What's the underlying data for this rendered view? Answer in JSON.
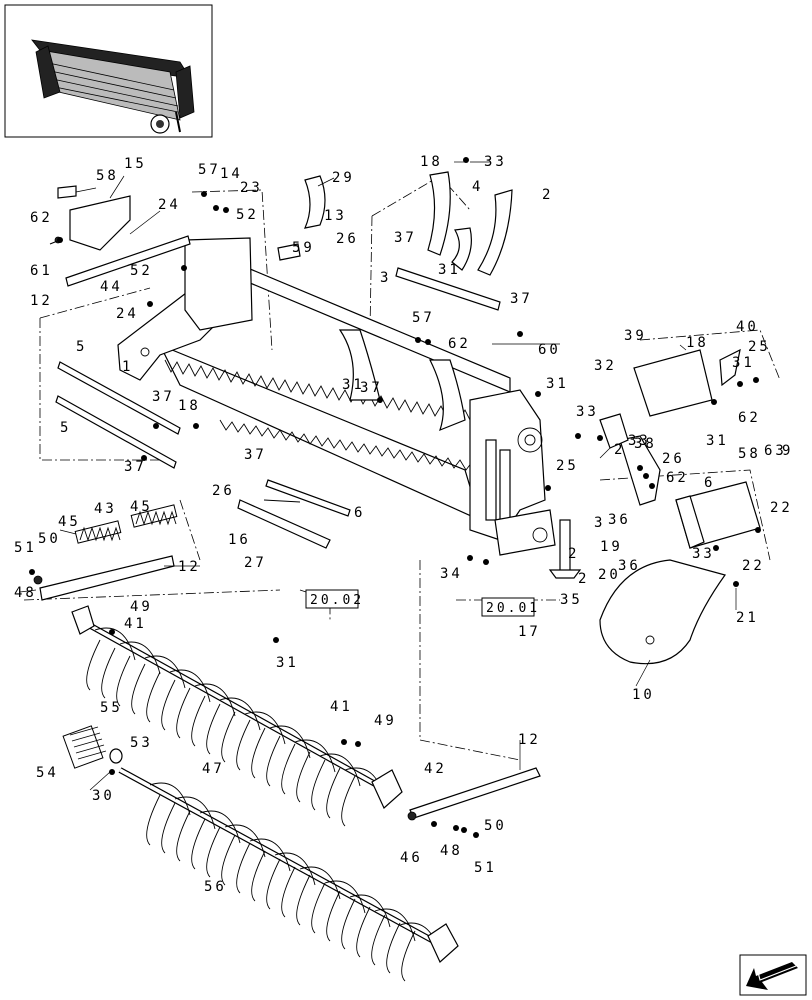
{
  "labels": [
    "1",
    "2",
    "2",
    "2",
    "2",
    "3",
    "3",
    "4",
    "5",
    "5",
    "6",
    "6",
    "9",
    "10",
    "12",
    "12",
    "12",
    "13",
    "14",
    "15",
    "16",
    "17",
    "18",
    "18",
    "18",
    "19",
    "20",
    "21",
    "22",
    "22",
    "23",
    "24",
    "24",
    "25",
    "25",
    "26",
    "26",
    "26",
    "27",
    "29",
    "30",
    "31",
    "31",
    "31",
    "31",
    "31",
    "31",
    "32",
    "33",
    "33",
    "33",
    "33",
    "34",
    "35",
    "36",
    "36",
    "37",
    "37",
    "37",
    "37",
    "37",
    "37",
    "38",
    "39",
    "40",
    "41",
    "41",
    "42",
    "43",
    "44",
    "45",
    "45",
    "46",
    "47",
    "48",
    "48",
    "49",
    "49",
    "50",
    "50",
    "51",
    "51",
    "52",
    "52",
    "53",
    "54",
    "55",
    "56",
    "57",
    "57",
    "58",
    "58",
    "59",
    "60",
    "61",
    "62",
    "62",
    "62",
    "62",
    "63"
  ],
  "references": [
    "20.02",
    "20.01"
  ],
  "icons": {
    "thumbnail": "header-thumbnail-image",
    "next": "next-page-arrow-icon"
  }
}
